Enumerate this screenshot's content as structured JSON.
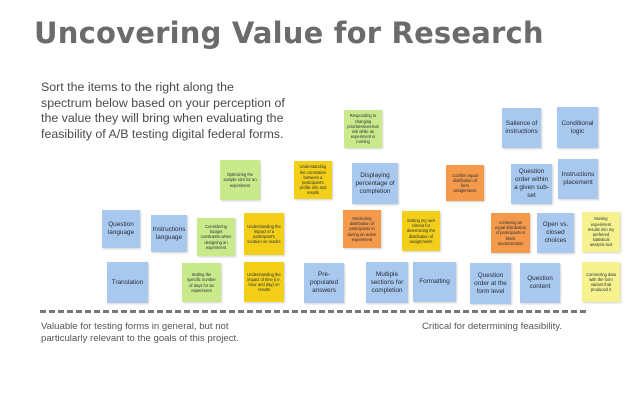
{
  "title": "Uncovering Value for Research",
  "instructions": "Sort the items to the right along the spectrum below based on your perception of the value they will bring when evaluating the feasibility of A/B testing digital federal forms.",
  "spectrum": {
    "left_label": "Valuable for testing forms in general, but not particularly relevant to the goals of this project.",
    "right_label": "Critical for determining feasibility."
  },
  "colors": {
    "blue": "#a9c8ee",
    "yellow": "#f3cf1a",
    "orange": "#f59a4b",
    "green": "#c8ea8b",
    "light_yellow": "#f6f38e"
  },
  "stickies": [
    {
      "id": "translation",
      "text": "Translation",
      "color": "blue"
    },
    {
      "id": "question-language",
      "text": "Question language",
      "color": "blue"
    },
    {
      "id": "instructions-language",
      "text": "Instructions language",
      "color": "blue"
    },
    {
      "id": "considering-budget",
      "text": "Considering budget constraints when designing an experiment",
      "color": "green"
    },
    {
      "id": "setting-number-of-days",
      "text": "Setting the specific number of days for an experiment",
      "color": "green"
    },
    {
      "id": "optimizing-sample-size",
      "text": "Optimizing the sample size for an experiment",
      "color": "green"
    },
    {
      "id": "impact-of-location",
      "text": "Understanding the impact of a participant's location on results",
      "color": "yellow"
    },
    {
      "id": "impact-of-time",
      "text": "Understanding the impact of time (i.e. hour and day) on results",
      "color": "yellow"
    },
    {
      "id": "correlation-profile",
      "text": "Understanding the correlation between a participant's profile info and results",
      "color": "yellow"
    },
    {
      "id": "pre-populated-answers",
      "text": "Pre-populated answers",
      "color": "blue"
    },
    {
      "id": "responding-to-changing-priorities",
      "text": "Responding to changing priorities/external risk while an experiment is running",
      "color": "green"
    },
    {
      "id": "monitoring-distribution",
      "text": "Monitoring distribution of participants in during an active experiment",
      "color": "orange"
    },
    {
      "id": "displaying-percentage",
      "text": "Displaying percentage of completion",
      "color": "blue"
    },
    {
      "id": "multiple-sections",
      "text": "Multiple sections for completion",
      "color": "blue"
    },
    {
      "id": "setting-own-criteria",
      "text": "Setting my own criteria for determining the distribution of assignments",
      "color": "yellow"
    },
    {
      "id": "formatting",
      "text": "Formatting",
      "color": "blue"
    },
    {
      "id": "confirm-equal-distribution",
      "text": "Confirm equal distribution of form assignments",
      "color": "orange"
    },
    {
      "id": "question-order-form-level",
      "text": "Question order at the form level",
      "color": "blue"
    },
    {
      "id": "achieving-equal-distribution",
      "text": "Achieving an equal distribution of participants in block randomization",
      "color": "orange"
    },
    {
      "id": "question-content",
      "text": "Question content",
      "color": "blue"
    },
    {
      "id": "salience-of-instructions",
      "text": "Salience of instructions",
      "color": "blue"
    },
    {
      "id": "question-order-subset",
      "text": "Question order within a given sub-set",
      "color": "blue"
    },
    {
      "id": "open-vs-closed",
      "text": "Open vs. closed choices",
      "color": "blue"
    },
    {
      "id": "conditional-logic",
      "text": "Conditional logic",
      "color": "blue"
    },
    {
      "id": "instructions-placement",
      "text": "Instructions placement",
      "color": "blue"
    },
    {
      "id": "moving-experiment-results",
      "text": "Moving experiment results into my preferred statistical analysis tool",
      "color": "light_yellow"
    },
    {
      "id": "connecting-data",
      "text": "Connecting data with the form variant that produced it",
      "color": "light_yellow"
    }
  ]
}
